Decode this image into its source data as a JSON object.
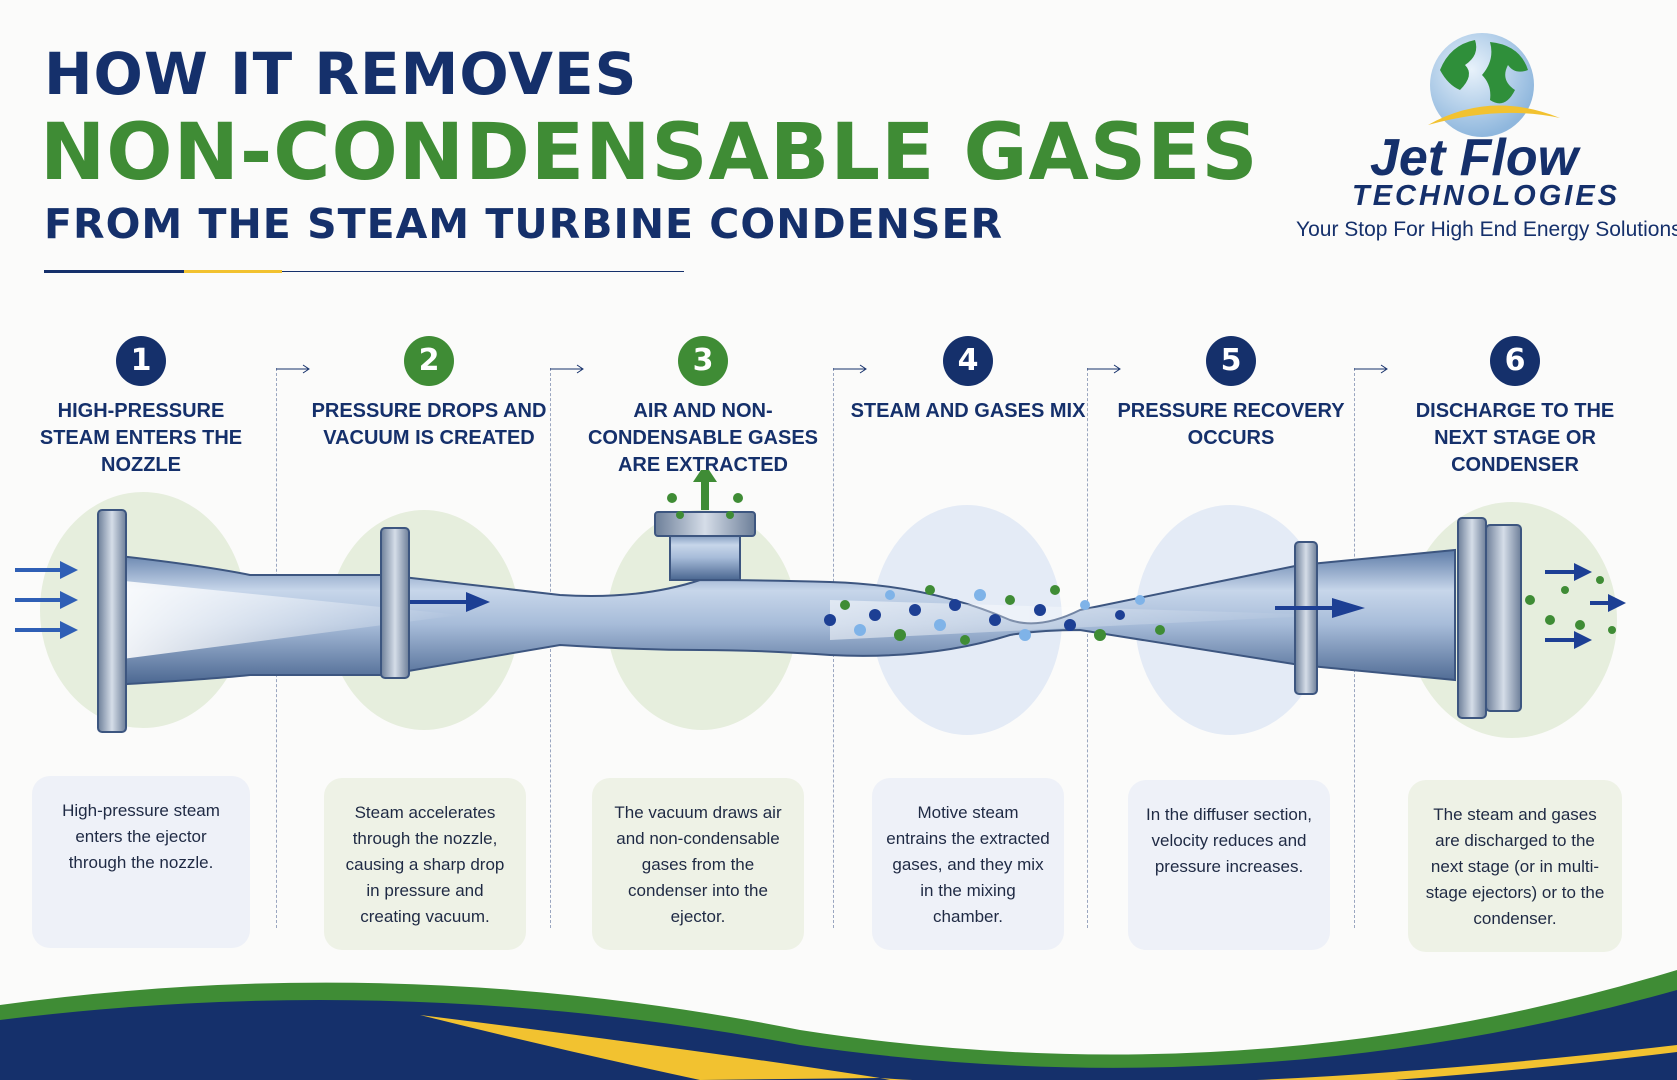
{
  "header": {
    "line1": "HOW IT REMOVES",
    "line2": "NON-CONDENSABLE GASES",
    "line3": "FROM THE STEAM TURBINE CONDENSER"
  },
  "logo": {
    "name": "Jet Flow",
    "subtitle": "TECHNOLOGIES",
    "tagline": "Your Stop For High End Energy Solutions"
  },
  "colors": {
    "navy": "#15306b",
    "green": "#3f8c35",
    "gold": "#f2c230",
    "steel": "#8aa2c4"
  },
  "steps": [
    {
      "number": "1",
      "title": "High-Pressure Steam Enters the Nozzle",
      "description": "High-pressure steam enters the ejector through the nozzle."
    },
    {
      "number": "2",
      "title": "Pressure Drops and Vacuum Is Created",
      "description": "Steam accelerates through the nozzle, causing a sharp drop in pressure and creating vacuum."
    },
    {
      "number": "3",
      "title": "Air and Non-Condensable Gases Are Extracted",
      "description": "The vacuum draws air and non-condensable gases from the condenser into the ejector."
    },
    {
      "number": "4",
      "title": "Steam and Gases Mix",
      "description": "Motive steam entrains the extracted gases, and they mix in the mixing chamber."
    },
    {
      "number": "5",
      "title": "Pressure Recovery Occurs",
      "description": "In the diffuser section, velocity reduces and pressure increases."
    },
    {
      "number": "6",
      "title": "Discharge to the Next Stage or Condenser",
      "description": "The steam and gases are discharged to the next stage (or in multi-stage ejectors) or to the condenser."
    }
  ]
}
